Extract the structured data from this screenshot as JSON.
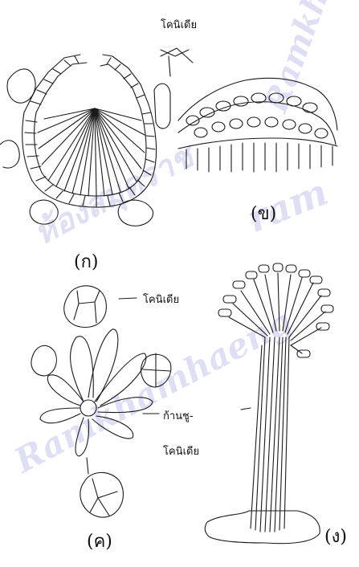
{
  "watermark": {
    "line1": "ห้องสมุดราช",
    "line2": "ram",
    "line3": "Ramkhamhaeng",
    "line4": "Ramkhamhaeng"
  },
  "labels": {
    "conidia_top": "โคนิเดีย",
    "conidia_mid": "โคนิเดีย",
    "conidiophore_line1": "ก้านชู-",
    "conidiophore_line2": "โคนิเดีย"
  },
  "panels": {
    "a": "(ก)",
    "b": "(ข)",
    "c": "(ค)",
    "d": "(ง)"
  },
  "colors": {
    "ink": "#1a1a1a",
    "watermark": "#8a8ad8"
  }
}
